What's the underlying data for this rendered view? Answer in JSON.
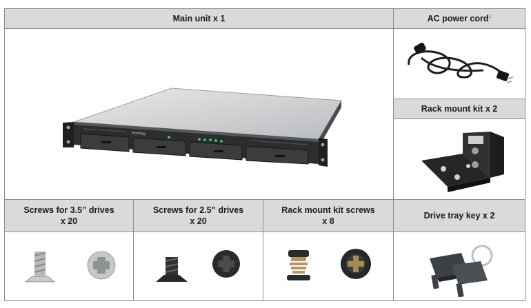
{
  "headers": {
    "main_unit": "Main unit x 1",
    "ac_power_cord": "AC power cord",
    "ac_power_cord_note": "1",
    "rack_mount_kit": "Rack mount kit x 2",
    "screws_35_line1": "Screws for 3.5” drives",
    "screws_35_line2": "x 20",
    "screws_25_line1": "Screws for 2.5” drives",
    "screws_25_line2": "x 20",
    "rack_screws_line1": "Rack mount kit screws",
    "rack_screws_line2": "x 8",
    "drive_tray_key": "Drive tray key x 2"
  },
  "device": {
    "brand_label": "Synology"
  },
  "icons": [
    "nas-unit-image",
    "power-cord-image",
    "rack-bracket-image",
    "screw-35-side-icon",
    "screw-35-head-icon",
    "screw-25-side-icon",
    "screw-25-head-icon",
    "rack-screw-side-icon",
    "rack-screw-head-icon",
    "tray-key-image"
  ]
}
